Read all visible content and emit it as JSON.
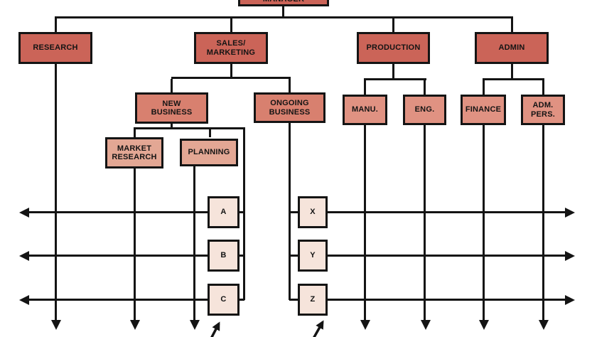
{
  "colors": {
    "level1": "#cb6458",
    "level2": "#d8806f",
    "level3": "#e09282",
    "level4": "#e3a794",
    "level5": "#f6e4db",
    "line": "#141414",
    "background": "#ffffff"
  },
  "nodes": {
    "manager": {
      "label": "MANAGER",
      "tier": "level1"
    },
    "research": {
      "label": "RESEARCH",
      "tier": "level1"
    },
    "sales_marketing": {
      "label": "SALES/\nMARKETING",
      "tier": "level1"
    },
    "production": {
      "label": "PRODUCTION",
      "tier": "level1"
    },
    "admin": {
      "label": "ADMIN",
      "tier": "level1"
    },
    "new_business": {
      "label": "NEW\nBUSINESS",
      "tier": "level2"
    },
    "ongoing_business": {
      "label": "ONGOING\nBUSINESS",
      "tier": "level2"
    },
    "manu": {
      "label": "MANU.",
      "tier": "level3"
    },
    "eng": {
      "label": "ENG.",
      "tier": "level3"
    },
    "finance": {
      "label": "FINANCE",
      "tier": "level3"
    },
    "adm_pers": {
      "label": "ADM.\nPERS.",
      "tier": "level3"
    },
    "market_research": {
      "label": "MARKET\nRESEARCH",
      "tier": "level4"
    },
    "planning": {
      "label": "PLANNING",
      "tier": "level4"
    },
    "a": {
      "label": "A",
      "tier": "level5"
    },
    "b": {
      "label": "B",
      "tier": "level5"
    },
    "c": {
      "label": "C",
      "tier": "level5"
    },
    "x": {
      "label": "X",
      "tier": "level5"
    },
    "y": {
      "label": "Y",
      "tier": "level5"
    },
    "z": {
      "label": "Z",
      "tier": "level5"
    }
  }
}
